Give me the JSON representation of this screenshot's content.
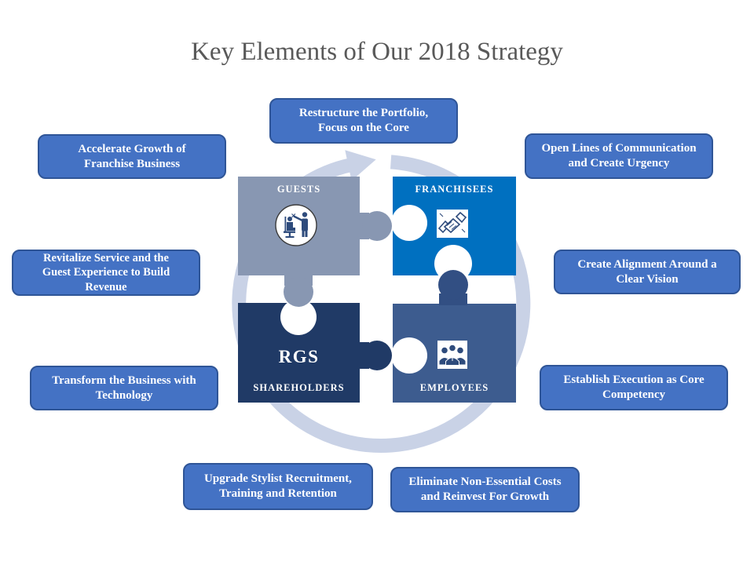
{
  "slide": {
    "title": "Key Elements of Our 2018 Strategy"
  },
  "callouts": {
    "restructure": {
      "text": "Restructure the Portfolio,\nFocus on the Core"
    },
    "accelerate": {
      "text": "Accelerate Growth  of\nFranchise  Business"
    },
    "open_lines": {
      "text": "Open Lines of Communication\nand Create Urgency"
    },
    "revitalize": {
      "text": "Revitalize Service and the\nGuest Experience to Build\nRevenue"
    },
    "alignment": {
      "text": "Create Alignment  Around  a\nClear Vision"
    },
    "transform": {
      "text": "Transform  the Business with\nTechnology"
    },
    "execution": {
      "text": "Establish Execution as Core\nCompetency"
    },
    "stylist": {
      "text": "Upgrade Stylist Recruitment,\nTraining  and  Retention"
    },
    "costs": {
      "text": "Eliminate  Non-Essential Costs\nand  Reinvest For Growth"
    }
  },
  "puzzle": {
    "guests": {
      "label": "GUESTS",
      "icon": "stylist-client-icon",
      "color": "#8897B2"
    },
    "franchisees": {
      "label": "FRANCHISEES",
      "icon": "handshake-icon",
      "color": "#0070C0"
    },
    "shareholders": {
      "company": "RGS",
      "label": "SHAREHOLDERS",
      "color": "#203A66"
    },
    "employees": {
      "label": "EMPLOYEES",
      "icon": "team-icon",
      "color": "#3D5C8F"
    }
  },
  "colors": {
    "title_text": "#595959",
    "callout_fill": "#4472C4",
    "callout_border": "#2F5597",
    "arrow_ring": "#C9D2E6",
    "icon_navy": "#2E4B7C"
  }
}
